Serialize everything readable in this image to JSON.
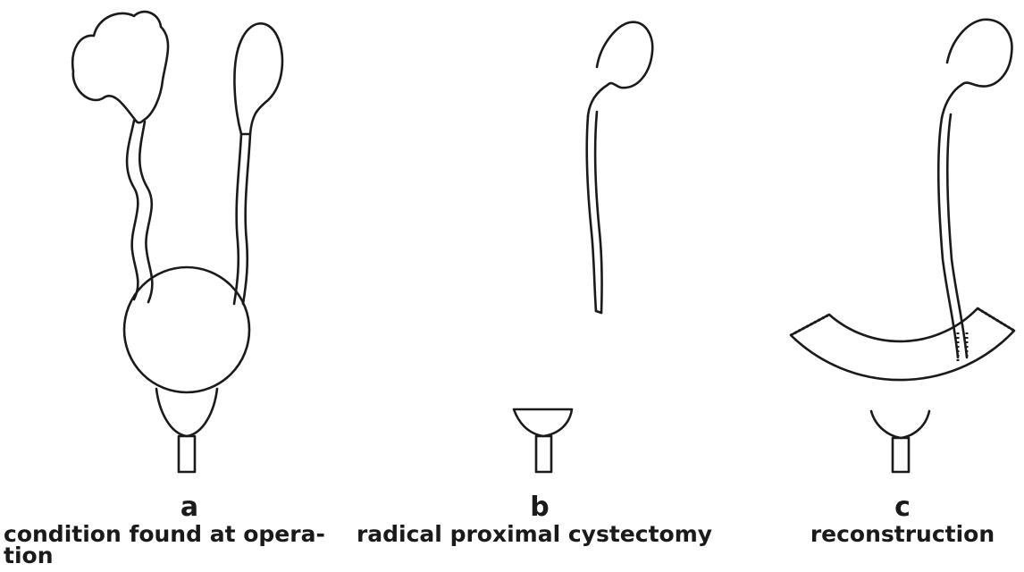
{
  "panels": [
    {
      "letter": "a",
      "caption_line1": "condition found at opera-",
      "caption_line2": "tion"
    },
    {
      "letter": "b",
      "caption_line1": "radical proximal cystectomy",
      "caption_line2": ""
    },
    {
      "letter": "c",
      "caption_line1": "reconstruction",
      "caption_line2": ""
    }
  ]
}
